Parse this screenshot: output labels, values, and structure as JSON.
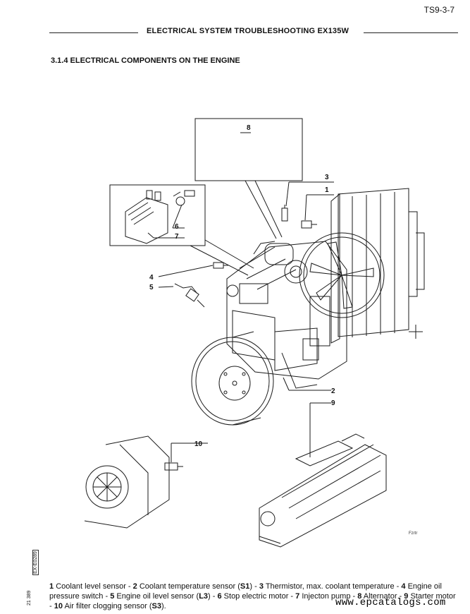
{
  "page": {
    "number": "TS9-3-7"
  },
  "header": {
    "title": "ELECTRICAL SYSTEM TROUBLESHOOTING EX135W"
  },
  "section": {
    "title": "3.1.4  ELECTRICAL COMPONENTS ON THE ENGINE"
  },
  "figure": {
    "callouts": [
      "8",
      "3",
      "1",
      "6",
      "7",
      "4",
      "5",
      "2",
      "9",
      "10"
    ],
    "small_mark": "Fzrtr",
    "side_code_a": "21 389",
    "side_code_b": "EX-E0289"
  },
  "legend": {
    "items": [
      {
        "num": "1",
        "text": "Coolant level sensor - "
      },
      {
        "num": "2",
        "text": "Coolant temperature sensor (",
        "code": "S1",
        "tail": ") - "
      },
      {
        "num": "3",
        "text": "Thermistor, max. coolant temperature - "
      },
      {
        "num": "4",
        "text": "Engine oil pressure switch - "
      },
      {
        "num": "5",
        "text": "Engine oil level sensor (",
        "code": "L3",
        "tail": ") - "
      },
      {
        "num": "6",
        "text": "Stop electric motor - "
      },
      {
        "num": "7",
        "text": "Injecton pump - "
      },
      {
        "num": "8",
        "text": "Alternator - "
      },
      {
        "num": "9",
        "text": "Starter motor - "
      },
      {
        "num": "10",
        "text": "Air filter clogging sensor (",
        "code": "S3",
        "tail": ")."
      }
    ]
  },
  "watermark": {
    "text": "www.epcatalogs.com"
  }
}
